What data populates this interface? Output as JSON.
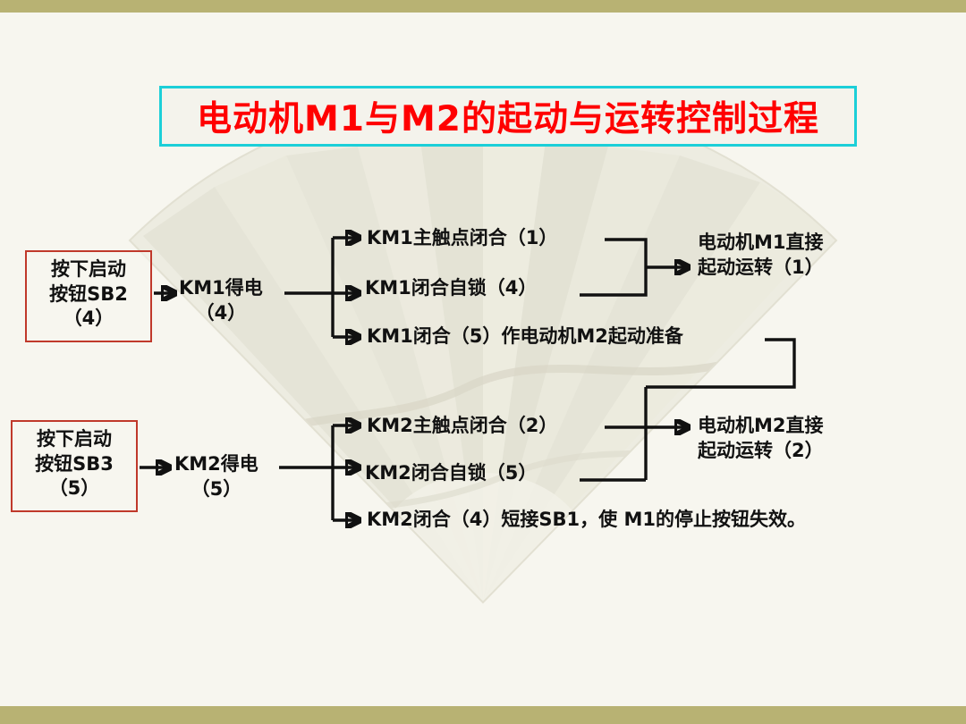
{
  "slide": {
    "title": "电动机M1与M2的起动与运转控制过程",
    "accent_cyan": "#1ccfd8",
    "accent_red": "#ff0000",
    "box_border_red": "#c0392b",
    "band_color": "#b8b273",
    "background": "#f7f6ef"
  },
  "flow": {
    "branch_1": {
      "source": {
        "line1": "按下启动",
        "line2": "按钮SB2",
        "line3": "（4）"
      },
      "coil": {
        "line1": "KM1得电",
        "line2": "（4）"
      },
      "branches": [
        "KM1主触点闭合（1）",
        "KM1闭合自锁（4）",
        "KM1闭合（5）作电动机M2起动准备"
      ],
      "result": {
        "line1": "电动机M1直接",
        "line2": "起动运转（1）"
      }
    },
    "branch_2": {
      "source": {
        "line1": "按下启动",
        "line2": "按钮SB3",
        "line3": "（5）"
      },
      "coil": {
        "line1": "KM2得电",
        "line2": "（5）"
      },
      "branches": [
        "KM2主触点闭合（2）",
        "KM2闭合自锁（5）",
        "KM2闭合（4）短接SB1，使 M1的停止按钮失效。"
      ],
      "result": {
        "line1": "电动机M2直接",
        "line2": "起动运转（2）"
      }
    }
  }
}
